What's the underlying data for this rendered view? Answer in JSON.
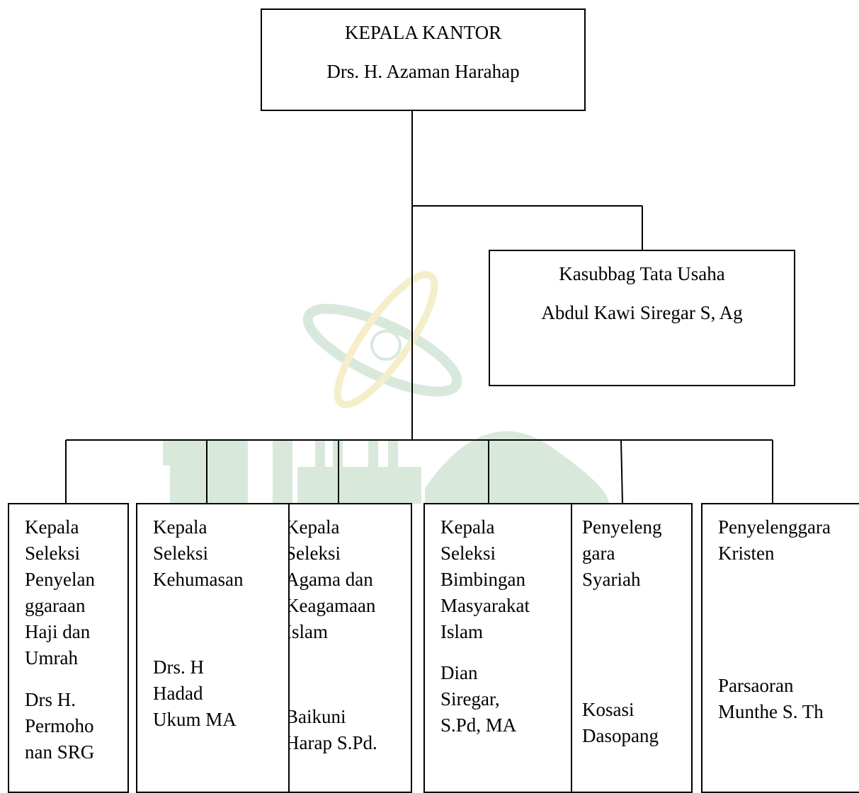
{
  "head": {
    "title": "KEPALA KANTOR",
    "name": "Drs. H. Azaman Harahap"
  },
  "admin": {
    "title": "Kasubbag Tata Usaha",
    "name": "Abdul Kawi Siregar S, Ag"
  },
  "units": [
    {
      "title_lines": [
        "Kepala",
        "Seleksi",
        "Penyelan",
        "ggaraan",
        "Haji dan",
        "Umrah"
      ],
      "name_lines": [
        "Drs H.",
        "Permoho",
        "nan SRG"
      ]
    },
    {
      "title_lines": [
        "Kepala",
        "Seleksi",
        "Kehumasan"
      ],
      "name_lines": [
        "Drs. H",
        "Hadad",
        "Ukum MA"
      ]
    },
    {
      "title_lines": [
        "Kepala",
        "Seleksi",
        "Agama dan",
        "Keagamaan",
        "Islam"
      ],
      "name_lines": [
        "Baikuni",
        "Harap S.Pd."
      ]
    },
    {
      "title_lines": [
        "Kepala",
        "Seleksi",
        "Bimbingan",
        "Masyarakat",
        "Islam"
      ],
      "name_lines": [
        "Dian",
        "Siregar,",
        "S.Pd, MA"
      ]
    },
    {
      "title_lines": [
        "Penyeleng",
        "gara",
        "Syariah"
      ],
      "name_lines": [
        "Kosasi",
        "Dasopang"
      ]
    },
    {
      "title_lines": [
        "Penyelenggara",
        "Kristen"
      ],
      "name_lines": [
        "Parsaoran",
        "Munthe S. Th"
      ]
    }
  ],
  "colors": {
    "watermark_green": "#b9d8c1",
    "watermark_yellow": "#eee1a0",
    "line": "#000000"
  }
}
